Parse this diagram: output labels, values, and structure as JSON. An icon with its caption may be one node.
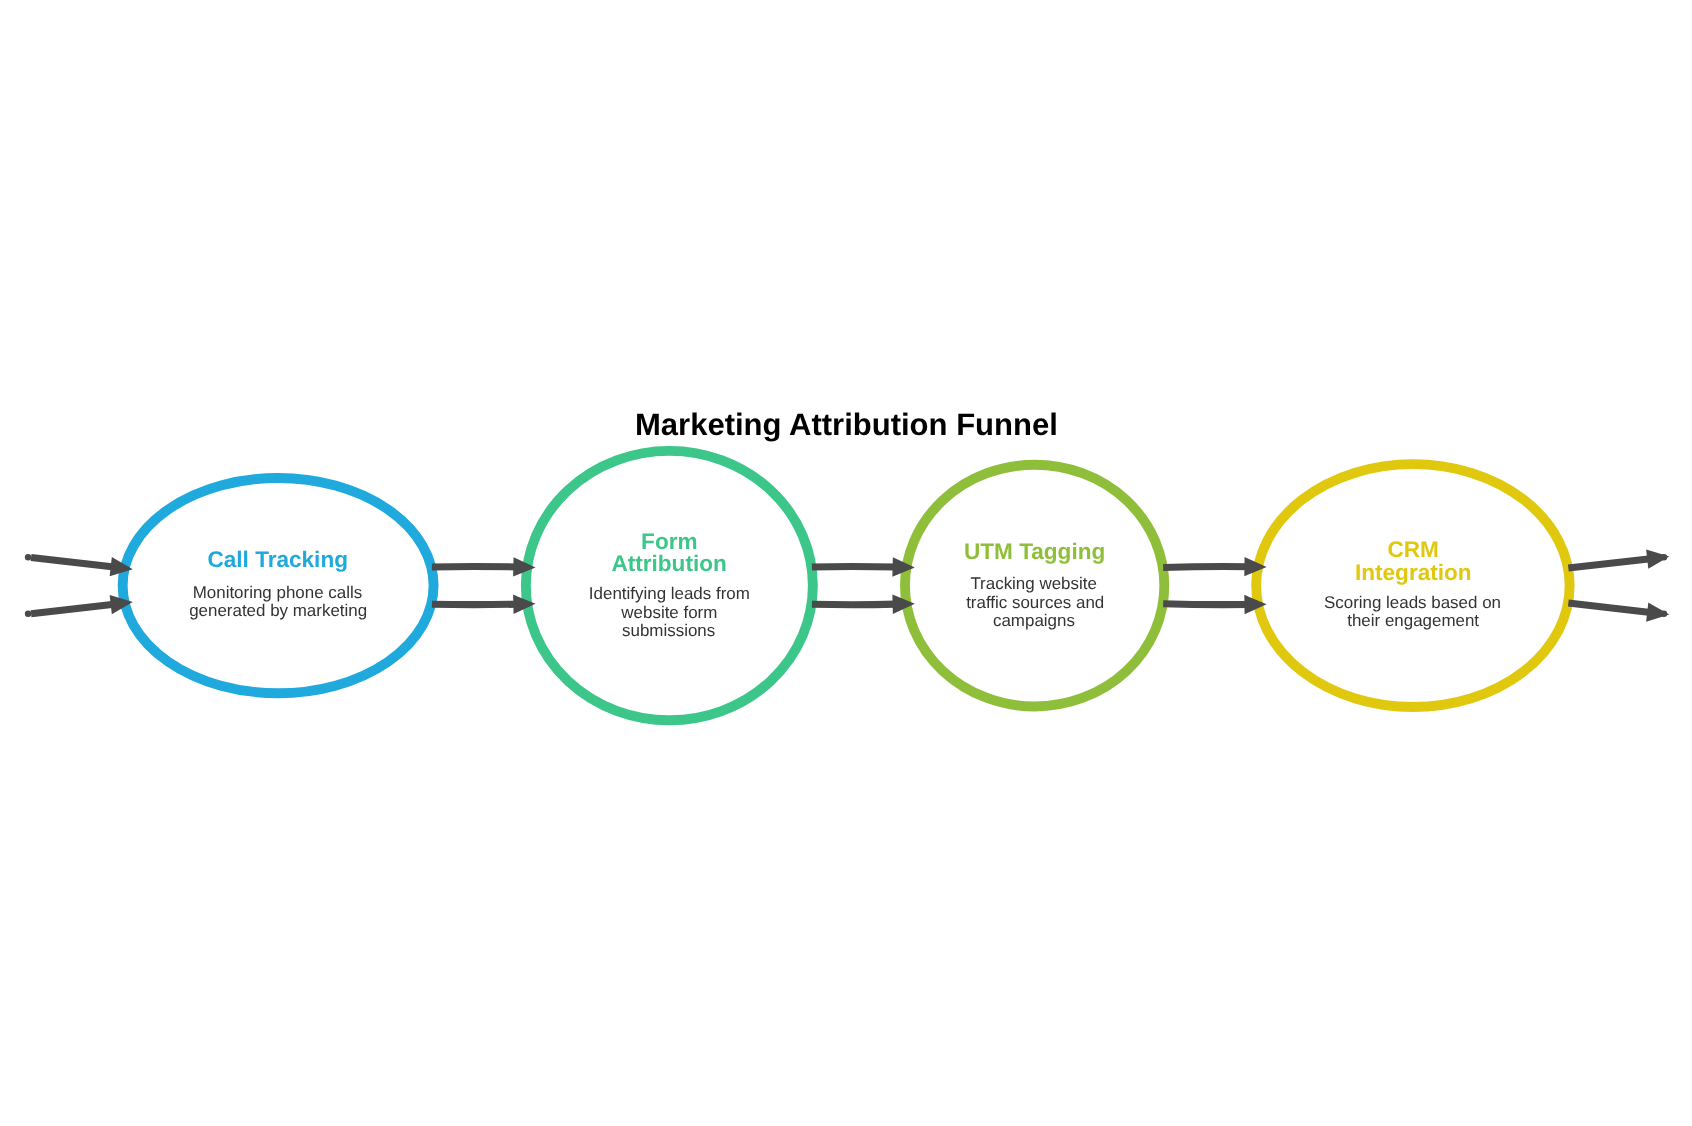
{
  "diagram": {
    "title": "Marketing Attribution Funnel",
    "nodes": [
      {
        "text": [
          "Call Tracking",
          "Monitoring phone calls generated by marketing"
        ]
      },
      {
        "text": [
          "Form Attribution",
          "Identifying leads from website form submissions"
        ]
      },
      {
        "text": [
          "UTM Tagging",
          "Tracking website traffic sources and campaigns"
        ]
      },
      {
        "text": [
          "CRM Integration",
          "Scoring leads based on their engagement"
        ]
      }
    ],
    "edges": [
      {
        "from": null,
        "to": 0,
        "arrow": "to"
      },
      {
        "from": null,
        "to": 0,
        "arrow": "to"
      },
      {
        "from": 0,
        "to": 1,
        "arrow": "to"
      },
      {
        "from": 0,
        "to": 1,
        "arrow": "to"
      },
      {
        "from": 1,
        "to": 2,
        "arrow": "to"
      },
      {
        "from": 1,
        "to": 2,
        "arrow": "to"
      },
      {
        "from": 2,
        "to": 3,
        "arrow": "to"
      },
      {
        "from": 2,
        "to": 3,
        "arrow": "to"
      },
      {
        "from": 3,
        "to": null,
        "arrow": "to"
      },
      {
        "from": 3,
        "to": null,
        "arrow": "to"
      }
    ]
  }
}
